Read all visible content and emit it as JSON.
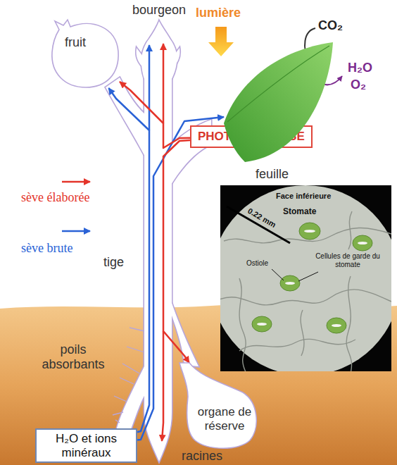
{
  "diagram": {
    "nodes": [
      {
        "text": [
          "fruit"
        ]
      },
      {
        "text": [
          "PHOTOSYNTHÈSE"
        ]
      },
      {
        "text": [
          "feuille"
        ]
      },
      {
        "text": [
          "organe de réserve"
        ]
      },
      {
        "text": [
          "H₂O et ions minéraux"
        ]
      }
    ],
    "edges": [
      {
        "from": 4,
        "to": 0,
        "arrow": "to"
      },
      {
        "from": 4,
        "to": 2,
        "arrow": "to"
      },
      {
        "from": 1,
        "to": 0,
        "arrow": "to"
      },
      {
        "from": 1,
        "to": 3,
        "arrow": "to"
      }
    ],
    "labels": [
      "bourgeon",
      "lumière",
      "CO₂",
      "H₂O",
      "O₂",
      "tige",
      "poils absorbants",
      "racines",
      "Face inférieure",
      "Stomate",
      "0.22 mm",
      "Ostiole",
      "Cellules de garde du stomate"
    ],
    "legend": [
      {
        "text": "sève élaborée"
      },
      {
        "text": "sève brute"
      }
    ]
  }
}
